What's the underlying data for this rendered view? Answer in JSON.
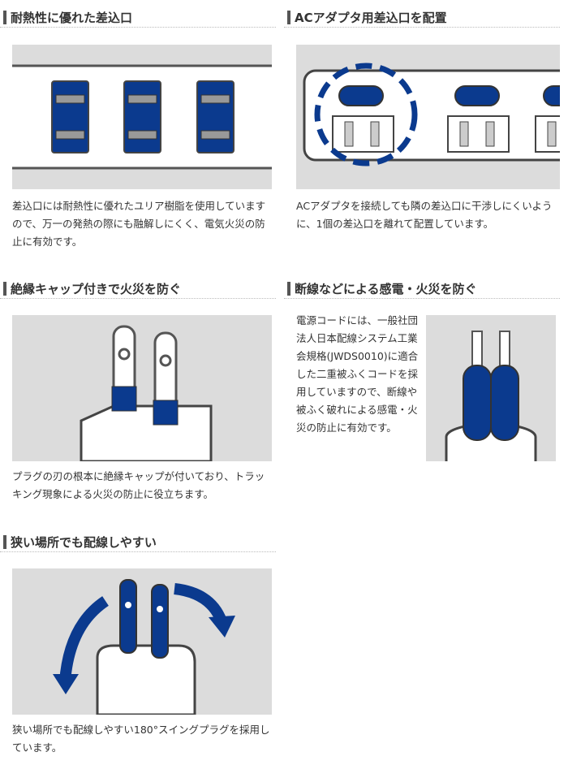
{
  "sections": [
    {
      "title": "耐熱性に優れた差込口",
      "text": "差込口には耐熱性に優れたユリア樹脂を使用していますので、万一の発熱の際にも融解しにくく、電気火災の防止に有効です。"
    },
    {
      "title": "ACアダプタ用差込口を配置",
      "text": "ACアダプタを接続しても隣の差込口に干渉しにくいように、1個の差込口を離れて配置しています。"
    },
    {
      "title": "絶縁キャップ付きで火災を防ぐ",
      "text": "プラグの刃の根本に絶縁キャップが付いており、トラッキング現象による火災の防止に役立ちます。"
    },
    {
      "title": "断線などによる感電・火災を防ぐ",
      "text": "電源コードには、一般社団法人日本配線システム工業会規格(JWDS0010)に適合した二重被ふくコードを採用していますので、断線や被ふく破れによる感電・火災の防止に有効です。"
    },
    {
      "title": "狭い場所でも配線しやすい",
      "text": "狭い場所でも配線しやすい180°スイングプラグを採用しています。"
    }
  ],
  "colors": {
    "accent": "#0b3a8e",
    "bg": "#dcdcdc"
  }
}
